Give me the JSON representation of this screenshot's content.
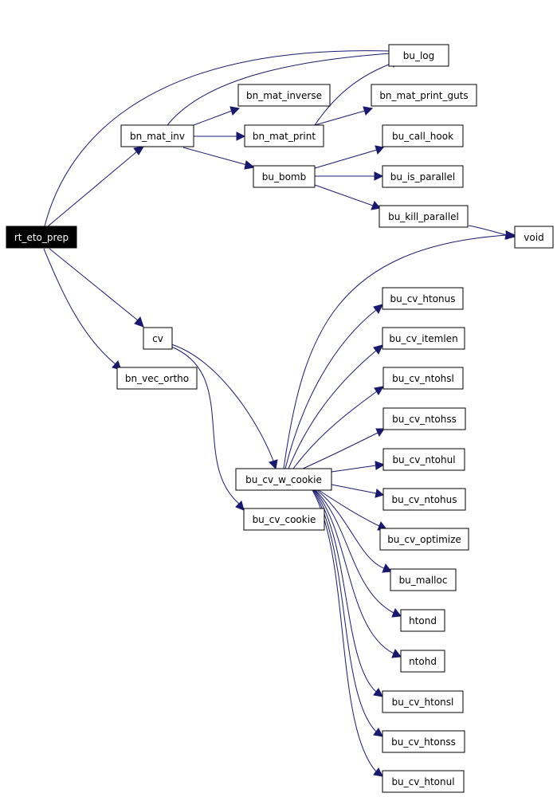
{
  "colors": {
    "edge": "#191970",
    "root_fill": "#000000",
    "root_text": "#ffffff",
    "node_fill": "#ffffff",
    "node_border": "#000000"
  },
  "nodes": {
    "rt_eto_prep": "rt_eto_prep",
    "bu_log": "bu_log",
    "bn_mat_inverse": "bn_mat_inverse",
    "bn_mat_print_guts": "bn_mat_print_guts",
    "bn_mat_inv": "bn_mat_inv",
    "bn_mat_print": "bn_mat_print",
    "bu_call_hook": "bu_call_hook",
    "bu_bomb": "bu_bomb",
    "bu_is_parallel": "bu_is_parallel",
    "bu_kill_parallel": "bu_kill_parallel",
    "void": "void",
    "bu_cv_htonus": "bu_cv_htonus",
    "cv": "cv",
    "bu_cv_itemlen": "bu_cv_itemlen",
    "bn_vec_ortho": "bn_vec_ortho",
    "bu_cv_ntohsl": "bu_cv_ntohsl",
    "bu_cv_ntohss": "bu_cv_ntohss",
    "bu_cv_ntohul": "bu_cv_ntohul",
    "bu_cv_w_cookie": "bu_cv_w_cookie",
    "bu_cv_ntohus": "bu_cv_ntohus",
    "bu_cv_cookie": "bu_cv_cookie",
    "bu_cv_optimize": "bu_cv_optimize",
    "bu_malloc": "bu_malloc",
    "htond": "htond",
    "ntohd": "ntohd",
    "bu_cv_htonsl": "bu_cv_htonsl",
    "bu_cv_htonss": "bu_cv_htonss",
    "bu_cv_htonul": "bu_cv_htonul"
  }
}
